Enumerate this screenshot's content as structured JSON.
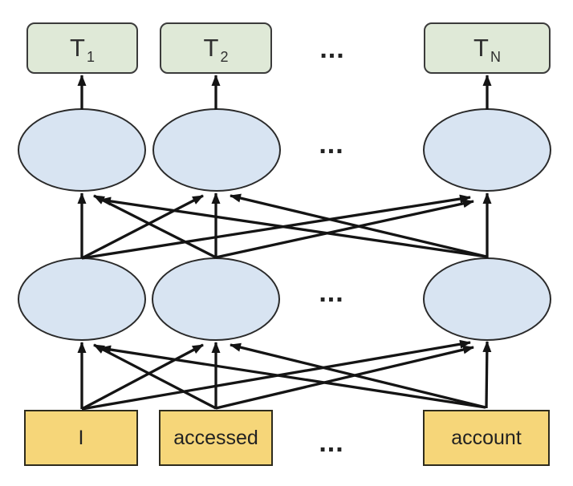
{
  "nodes": {
    "outputs": [
      {
        "base": "T",
        "sub": "1"
      },
      {
        "base": "T",
        "sub": "2"
      },
      {
        "base": "T",
        "sub": "N"
      }
    ],
    "inputs": [
      "I",
      "accessed",
      "account"
    ],
    "ellipsis": "..."
  },
  "colors": {
    "background": "#ffffff",
    "output_fill": "#dfe9d7",
    "output_border": "#3b3b3b",
    "hidden_fill": "#d8e4f2",
    "hidden_border": "#2a2a2a",
    "input_fill": "#f6d679",
    "input_border": "#2e2b1d",
    "arrow": "#141414",
    "label_text": "#303030"
  }
}
